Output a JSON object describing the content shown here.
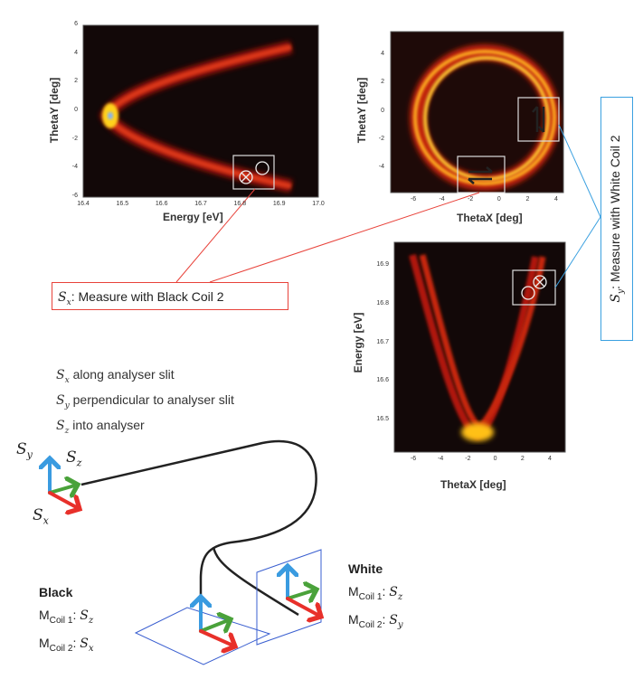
{
  "plots": [
    {
      "id": "energy-thetay",
      "xlabel": "Energy [eV]",
      "ylabel": "ThetaY [deg]",
      "xticks": [
        "16.4",
        "16.5",
        "16.6",
        "16.7",
        "16.8",
        "16.9",
        "17.0"
      ],
      "yticks": [
        "6",
        "4",
        "2",
        "0",
        "-2",
        "-4",
        "-6"
      ]
    },
    {
      "id": "thetax-thetay",
      "xlabel": "ThetaX [deg]",
      "ylabel": "ThetaY [deg]",
      "xticks": [
        "-6",
        "-4",
        "-2",
        "0",
        "2",
        "4"
      ],
      "yticks": [
        "4",
        "2",
        "0",
        "-2",
        "-4"
      ]
    },
    {
      "id": "thetax-energy",
      "xlabel": "ThetaX [deg]",
      "ylabel": "Energy [eV]",
      "xticks": [
        "-6",
        "-4",
        "-2",
        "0",
        "2",
        "4"
      ],
      "yticks": [
        "16.9",
        "16.8",
        "16.7",
        "16.6",
        "16.5"
      ]
    }
  ],
  "callouts": {
    "black": {
      "sym": "S",
      "sub": "x",
      "text": ": Measure with Black Coil 2",
      "color": "#e8423a"
    },
    "white": {
      "sym": "S",
      "sub": "y",
      "text": ": Measure with White Coil 2",
      "color": "#3aa0e0"
    }
  },
  "legend": [
    {
      "sym": "S",
      "sub": "x",
      "text": " along analyser slit"
    },
    {
      "sym": "S",
      "sub": "y",
      "text": " perpendicular to analyser slit"
    },
    {
      "sym": "S",
      "sub": "z",
      "text": " into analyser"
    }
  ],
  "axes_labels": {
    "sy": {
      "sym": "S",
      "sub": "y"
    },
    "sz": {
      "sym": "S",
      "sub": "z"
    },
    "sx": {
      "sym": "S",
      "sub": "x"
    }
  },
  "coils": {
    "black": {
      "title": "Black",
      "rows": [
        {
          "m": "M",
          "sub": "Coil 1",
          "sym": "S",
          "symsub": "z"
        },
        {
          "m": "M",
          "sub": "Coil 2",
          "sym": "S",
          "symsub": "x"
        }
      ]
    },
    "white": {
      "title": "White",
      "rows": [
        {
          "m": "M",
          "sub": "Coil 1",
          "sym": "S",
          "symsub": "z"
        },
        {
          "m": "M",
          "sub": "Coil 2",
          "sym": "S",
          "symsub": "y"
        }
      ]
    }
  },
  "colors": {
    "sx": "#e8302a",
    "sy": "#3a9be0",
    "sz": "#4aa23a",
    "plane": "#3a5fd0"
  }
}
